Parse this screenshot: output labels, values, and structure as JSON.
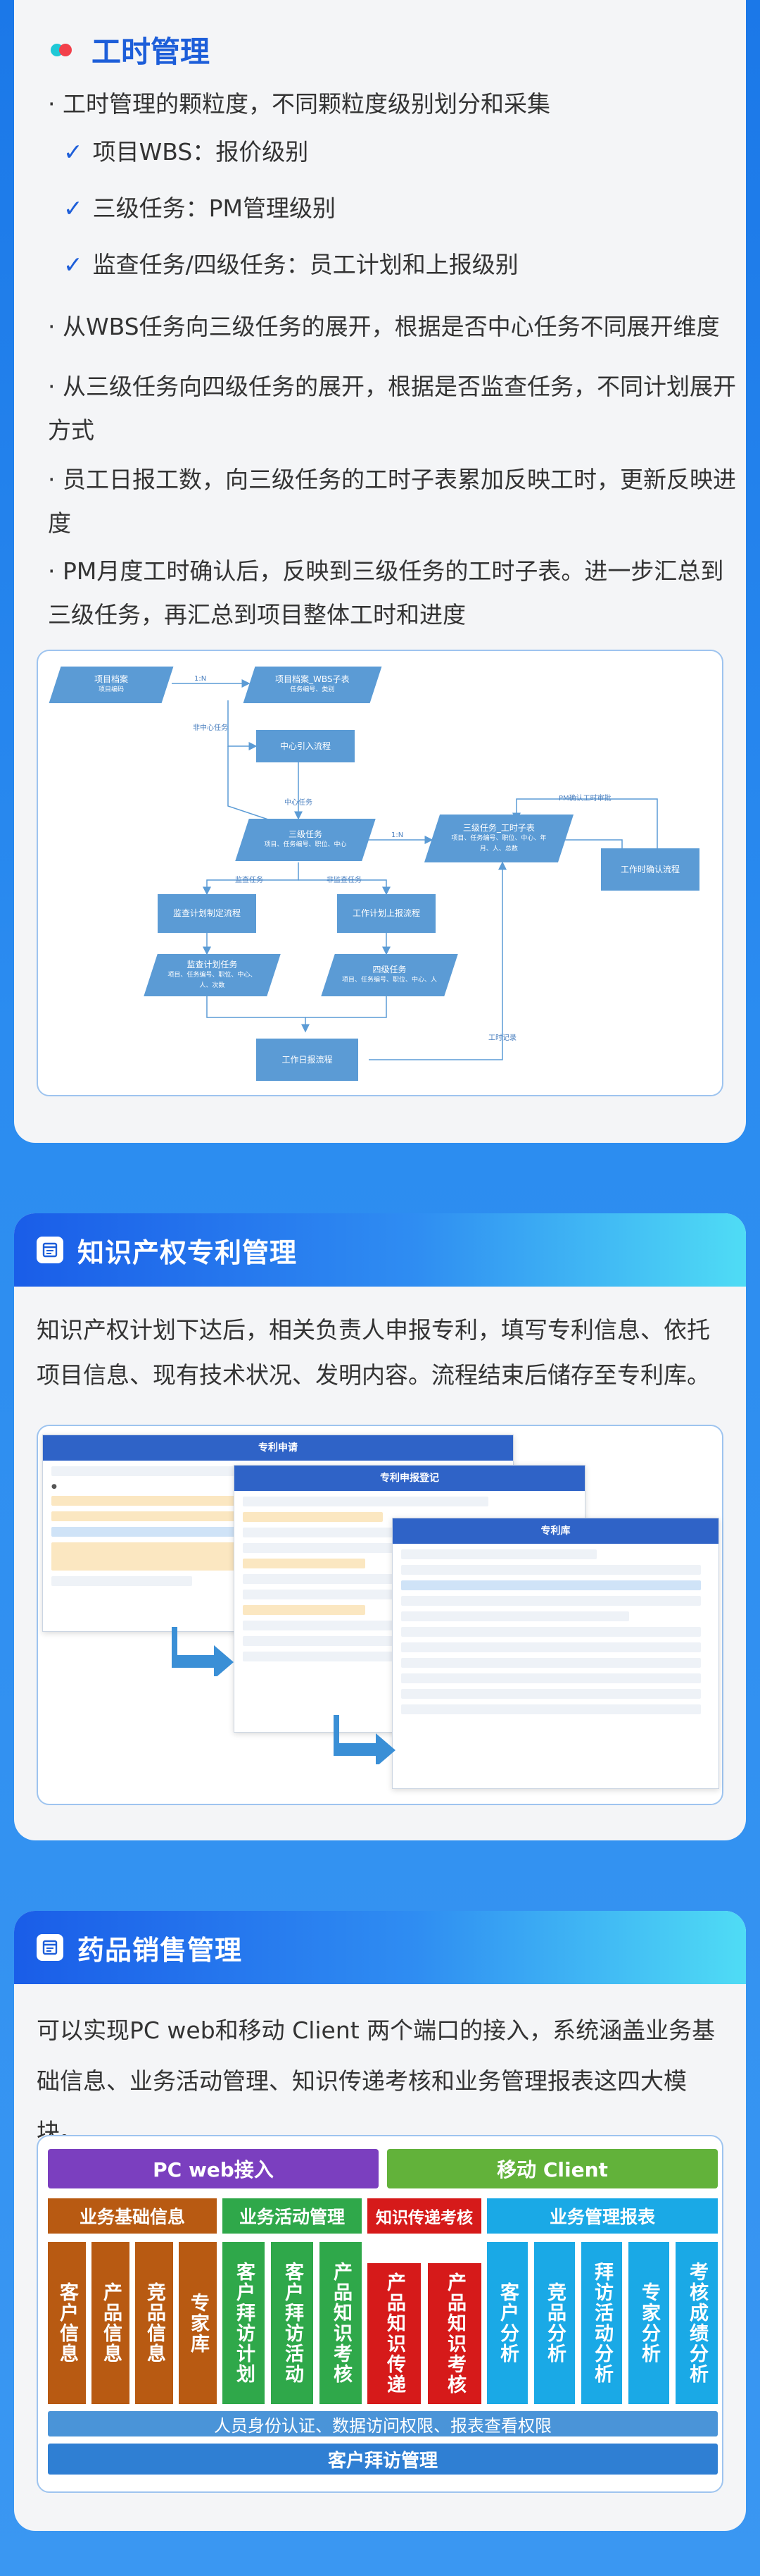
{
  "section1": {
    "title": "工时管理",
    "intro": "· 工时管理的颗粒度，不同颗粒度级别划分和采集",
    "checks": [
      "项目WBS：报价级别",
      "三级任务：PM管理级别",
      "监查任务/四级任务：员工计划和上报级别"
    ],
    "paragraphs": [
      "· 从WBS任务向三级任务的展开，根据是否中心任务不同展开维度",
      "· 从三级任务向四级任务的展开，根据是否监查任务，不同计划展开方式",
      "· 员工日报工数，向三级任务的工时子表累加反映工时，更新反映进度",
      "· PM月度工时确认后，反映到三级任务的工时子表。进一步汇总到三级任务，再汇总到项目整体工时和进度"
    ],
    "flow": {
      "project_file": "项目档案",
      "project_file_sub": "项目编码",
      "wbs": "项目档案_WBS子表",
      "wbs_sub": "任务编号、类别",
      "center_intro": "中心引入流程",
      "level3": "三级任务",
      "level3_sub": "项目、任务编号、职位、中心",
      "level3_hours": "三级任务_工时子表",
      "level3_hours_sub": "项目、任务编号、职位、中心、年月、人、总数",
      "hours_confirm": "工作时确认流程",
      "inspect_plan_flow": "监查计划制定流程",
      "work_plan_flow": "工作计划上报流程",
      "inspect_task": "监查计划任务",
      "inspect_task_sub": "项目、任务编号、职位、中心、人、次数",
      "level4": "四级任务",
      "level4_sub": "项目、任务编号、职位、中心、人",
      "daily_report": "工作日报流程",
      "lbl_1n_a": "1:N",
      "lbl_1n_b": "1:N",
      "lbl_noncenter": "非中心任务",
      "lbl_center": "中心任务",
      "lbl_inspect": "监查任务",
      "lbl_noninspect": "非监查任务",
      "lbl_pm": "PM确认工时审批",
      "lbl_hours": "工时记录"
    }
  },
  "section2": {
    "title": "知识产权专利管理",
    "text": "知识产权计划下达后，相关负责人申报专利，填写专利信息、依托项目信息、现有技术状况、发明内容。流程结束后储存至专利库。",
    "forms": [
      "专利申请",
      "专利申报登记",
      "专利库"
    ]
  },
  "section3": {
    "title": "药品销售管理",
    "text": "可以实现PC web和移动 Client 两个端口的接入，系统涵盖业务基础信息、业务活动管理、知识传递考核和业务管理报表这四大模块。",
    "pc": "PC web接入",
    "mobile": "移动 Client",
    "groups": [
      "业务基础信息",
      "业务活动管理",
      "知识传递考核",
      "业务管理报表"
    ],
    "modules": [
      "客户信息",
      "产品信息",
      "竞品信息",
      "专家库",
      "客户拜访计划",
      "客户拜访活动",
      "产品知识考核",
      "产品知识传递",
      "产品知识考核",
      "客户分析",
      "竞品分析",
      "拜访活动分析",
      "专家分析",
      "考核成绩分析"
    ],
    "auth_bar": "人员身份认证、数据访问权限、报表查看权限",
    "visit_bar": "客户拜访管理"
  },
  "colors": {
    "purple": "#7b3fbf",
    "green": "#62b23a",
    "orange": "#b85a12",
    "green_dark": "#2fa84a",
    "red": "#d61a1a",
    "cyan": "#1aa9e6",
    "blue_bar": "#4a94d8"
  }
}
